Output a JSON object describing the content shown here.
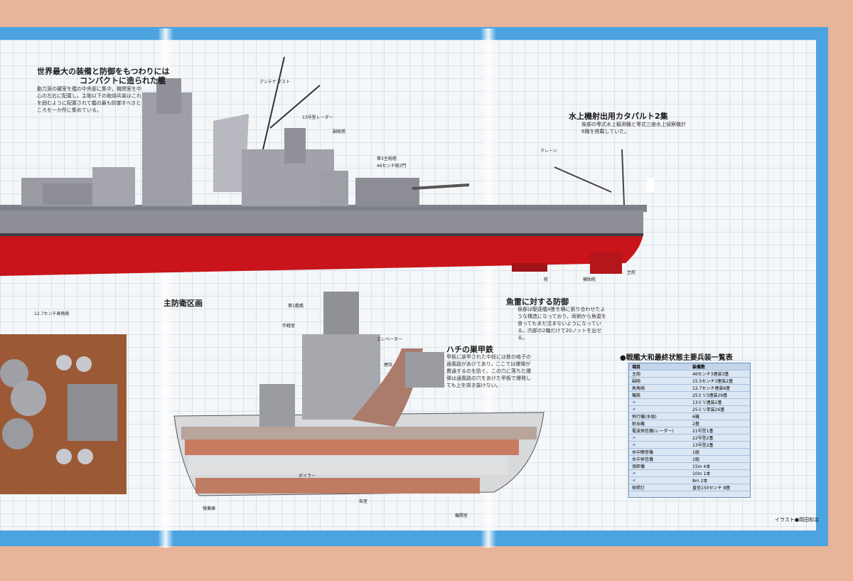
{
  "headings": {
    "intro_title_line1": "世界最大の装備と防御をもつわりには",
    "intro_title_line2": "コンパクトに造られた艦",
    "catapult": "水上機射出用カタパルト2集",
    "torpedo": "魚雷に対する防御",
    "armor": "ハチの巣甲鉄",
    "main_zone": "主防衛区画",
    "table_title": "●戦艦大和最終状態主要兵装一覧表"
  },
  "captions": {
    "intro_text": "動力源の罐室を艦の中央部に集中，機関室を中心の左右に配置し，主砲以下の砲熕兵装はこれを囲むように配置されて艦の最も防御すべきところを一か所に集めている。",
    "catapult_text": "後部の零式水上観測機と零式三座水上偵察機計6機を搭載していた。",
    "torpedo_text": "後部は駆逐艦4隻を横に張り合わせたような構造になっており，両側から魚雷を食ってもまだ沈まないようになっている。内部の2軸だけで20ノットを出せる。",
    "armor_text": "甲板に装甲された中段には鉄の格子の通風路があけてあり，ここでは爆弾が貫通するのを防ぐ。この穴に落ちた爆弾は通風路の穴をあけた甲板で爆発しても上を突き抜けない。",
    "credit": "イラスト●岡田和治"
  },
  "labels": [
    "アンテナ",
    "マスト",
    "13号型レーダー",
    "副砲塔",
    "第3主砲塔",
    "46センチ砲3門",
    "クレーン",
    "第1艦橋",
    "作戦室",
    "エレベーター",
    "煙突",
    "缶室",
    "機関室",
    "ボイラー",
    "弾薬庫",
    "舵",
    "主舵",
    "補助舵",
    "12.7センチ高角砲"
  ],
  "table": {
    "headers": [
      "項目",
      "装備数"
    ],
    "rows": [
      [
        "主砲",
        "46センチ3連装3基"
      ],
      [
        "副砲",
        "15.5センチ3連装2基"
      ],
      [
        "高角砲",
        "12.7センチ連装6基"
      ],
      [
        "機銃",
        "25ミリ3連装29基"
      ],
      [
        "〃",
        "13ミリ連装2基"
      ],
      [
        "〃",
        "25ミリ単装26基"
      ],
      [
        "飛行機(水偵)",
        "6機"
      ],
      [
        "射出機",
        "2基"
      ],
      [
        "電波探信儀(レーダー)",
        "21号型1基"
      ],
      [
        "〃",
        "22号型2基"
      ],
      [
        "〃",
        "13号型2基"
      ],
      [
        "水中聴音機",
        "1組"
      ],
      [
        "水中探信儀",
        "1組"
      ],
      [
        "測距儀",
        "15m 4本"
      ],
      [
        "〃",
        "10m 1本"
      ],
      [
        "〃",
        "8m 2本"
      ],
      [
        "探照灯",
        "直径150センチ 8基"
      ]
    ]
  },
  "colors": {
    "hull_red": "#c8141a",
    "hull_grey": "#8d8e96",
    "deck": "#9b5a35",
    "border_blue": "#4ba3e0"
  }
}
